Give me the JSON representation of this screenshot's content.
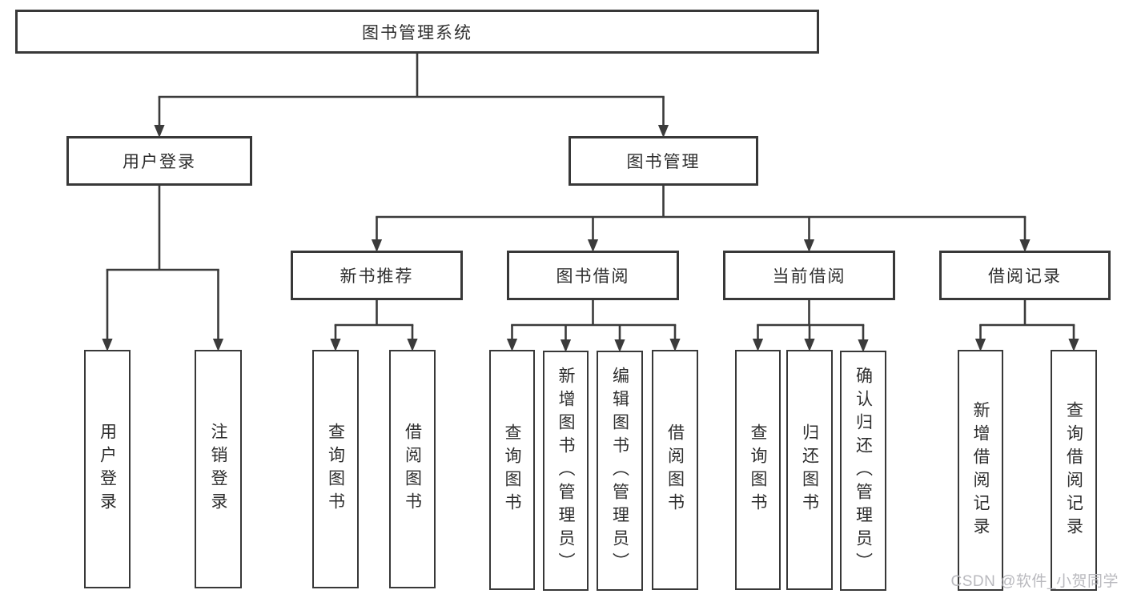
{
  "diagram": {
    "type": "tree-functional-structure",
    "nodes": [
      {
        "id": "root",
        "label": "图书管理系统",
        "parent": null
      },
      {
        "id": "user-login",
        "label": "用户登录",
        "parent": "root"
      },
      {
        "id": "book-mgmt",
        "label": "图书管理",
        "parent": "root"
      },
      {
        "id": "new-book-rec",
        "label": "新书推荐",
        "parent": "book-mgmt"
      },
      {
        "id": "book-borrow",
        "label": "图书借阅",
        "parent": "book-mgmt"
      },
      {
        "id": "current-borrow",
        "label": "当前借阅",
        "parent": "book-mgmt"
      },
      {
        "id": "borrow-records",
        "label": "借阅记录",
        "parent": "book-mgmt"
      },
      {
        "id": "leaf-user-login",
        "label": "用户登录",
        "parent": "user-login"
      },
      {
        "id": "leaf-logout",
        "label": "注销登录",
        "parent": "user-login"
      },
      {
        "id": "leaf-nb-query",
        "label": "查询图书",
        "parent": "new-book-rec"
      },
      {
        "id": "leaf-nb-borrow",
        "label": "借阅图书",
        "parent": "new-book-rec"
      },
      {
        "id": "leaf-bb-query",
        "label": "查询图书",
        "parent": "book-borrow"
      },
      {
        "id": "leaf-bb-add",
        "label": "新增图书（管理员）",
        "parent": "book-borrow"
      },
      {
        "id": "leaf-bb-edit",
        "label": "编辑图书（管理员）",
        "parent": "book-borrow"
      },
      {
        "id": "leaf-bb-borrow",
        "label": "借阅图书",
        "parent": "book-borrow"
      },
      {
        "id": "leaf-cb-query",
        "label": "查询图书",
        "parent": "current-borrow"
      },
      {
        "id": "leaf-cb-return",
        "label": "归还图书",
        "parent": "current-borrow"
      },
      {
        "id": "leaf-cb-confirm",
        "label": "确认归还（管理员）",
        "parent": "current-borrow"
      },
      {
        "id": "leaf-br-add",
        "label": "新增借阅记录",
        "parent": "borrow-records"
      },
      {
        "id": "leaf-br-query",
        "label": "查询借阅记录",
        "parent": "borrow-records"
      }
    ]
  },
  "watermark": {
    "text": "CSDN @软件_小贺同学"
  },
  "colors": {
    "line": "#3b3b3b",
    "box_border": "#383838",
    "text": "#2e2e2e",
    "background": "#ffffff",
    "watermark": "#b9b9be"
  }
}
